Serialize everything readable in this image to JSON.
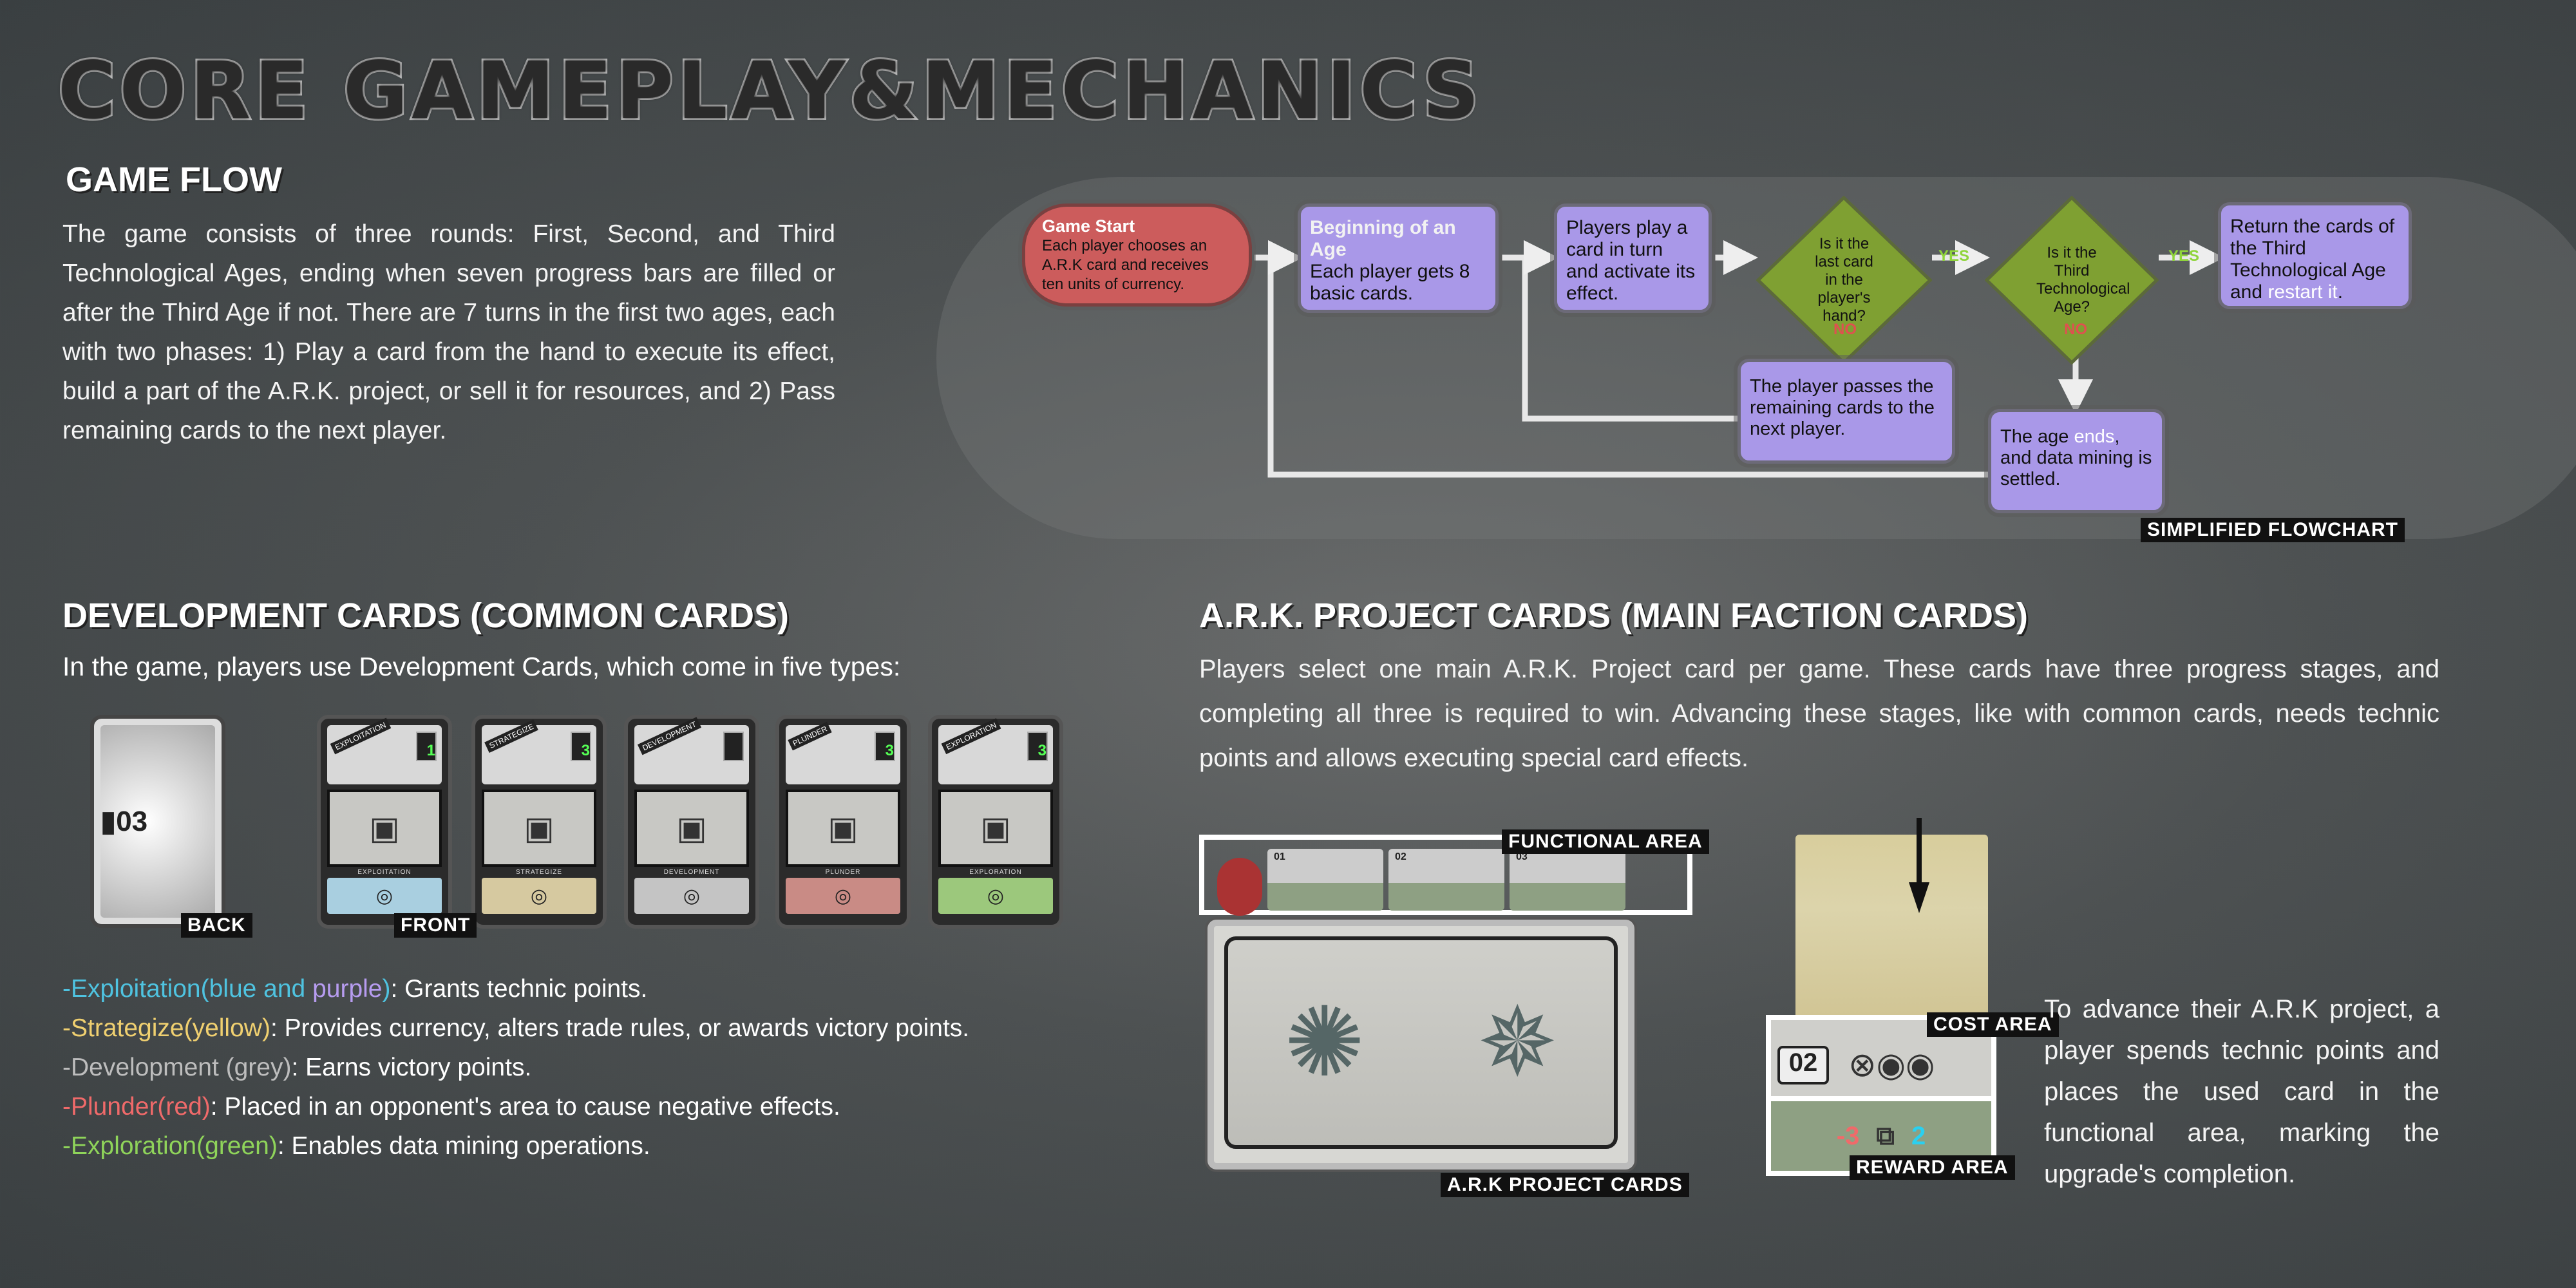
{
  "title": "CORE GAMEPLAY&MECHANICS",
  "game_flow": {
    "heading": "GAME FLOW",
    "text": "The game consists of three rounds: First, Second, and Third Technological Ages, ending when seven progress bars are filled or after the Third Age if not. There are 7 turns in the first two ages, each with two phases: 1) Play a card from the hand to execute its effect, build a part of the A.R.K. project, or sell it for resources, and 2) Pass remaining cards to the next player."
  },
  "flowchart": {
    "start": {
      "title": "Game Start",
      "text": "Each player chooses an A.R.K card and receives ten units of currency."
    },
    "beginning": {
      "title": "Beginning of an Age",
      "text": "Each player gets 8 basic cards."
    },
    "play": "Players play a card in turn and activate its effect.",
    "q1": "Is it the last card in the player's hand?",
    "q2": "Is it the Third Technological Age?",
    "return": {
      "text": "Return the  cards of the Third Technological Age and ",
      "highlight": "restart it",
      "end": "."
    },
    "pass": "The player passes the remaining cards to the next player.",
    "age_end": {
      "pre": "The age ",
      "highlight": "ends",
      "post": ", and data mining is settled."
    },
    "yes": "YES",
    "no": "NO",
    "caption": "SIMPLIFIED FLOWCHART",
    "colors": {
      "start": "#cc5c5c",
      "process": "#a998e8",
      "decision": "#7fa032"
    }
  },
  "dev_cards": {
    "heading": "DEVELOPMENT CARDS (COMMON CARDS)",
    "intro": "In the game, players use Development Cards, which come in five types:",
    "back_label": "BACK",
    "front_label": "FRONT",
    "cards": [
      {
        "tag": "EXPLOITATION",
        "cost": "1",
        "name": "EXPLOITATION",
        "color": "#a9cfe0"
      },
      {
        "tag": "STRATEGIZE",
        "cost": "3",
        "name": "STRATEGIZE",
        "color": "#d6c9a0"
      },
      {
        "tag": "DEVELOPMENT",
        "cost": "",
        "name": "DEVELOPMENT",
        "color": "#c4c4c4"
      },
      {
        "tag": "PLUNDER",
        "cost": "3",
        "name": "PLUNDER",
        "color": "#c98b85"
      },
      {
        "tag": "EXPLORATION",
        "cost": "3",
        "name": "EXPLORATION",
        "color": "#9cc87c"
      }
    ],
    "types": [
      {
        "prefix": "-Exploitation(blue and ",
        "prefix2": "purple",
        "prefix3": ")",
        "text": ": Grants technic points.",
        "color": "#4fc3e0",
        "color2": "#b79cf0"
      },
      {
        "prefix": "-Strategize(yellow)",
        "text": ": Provides currency, alters trade rules, or awards victory points.",
        "color": "#f0d070"
      },
      {
        "prefix": "-Development (grey)",
        "text": ": Earns victory points.",
        "color": "#bdbdbd"
      },
      {
        "prefix": "-Plunder(red)",
        "text": ": Placed in an opponent's area to cause negative effects.",
        "color": "#f06a6a"
      },
      {
        "prefix": "-Exploration(green)",
        "text": ": Enables data mining operations.",
        "color": "#8fd45a"
      }
    ]
  },
  "ark": {
    "heading": "A.R.K. PROJECT CARDS (MAIN FACTION CARDS)",
    "text": "Players select one main A.R.K. Project card per game. These cards have three progress stages, and completing all three is required to win. Advancing these stages, like with common cards, needs technic points and allows executing special card effects.",
    "functional_label": "FUNCTIONAL AREA",
    "stages": [
      "01",
      "02",
      "03"
    ],
    "card_label": "A.R.K PROJECT CARDS",
    "cost_label": "COST AREA",
    "reward_label": "REWARD AREA",
    "stage_shown": "02",
    "reward_values": [
      "-3",
      "2"
    ],
    "side_text": "To advance their A.R.K project, a player spends technic points and places the used card in the functional area, marking the upgrade's completion."
  }
}
